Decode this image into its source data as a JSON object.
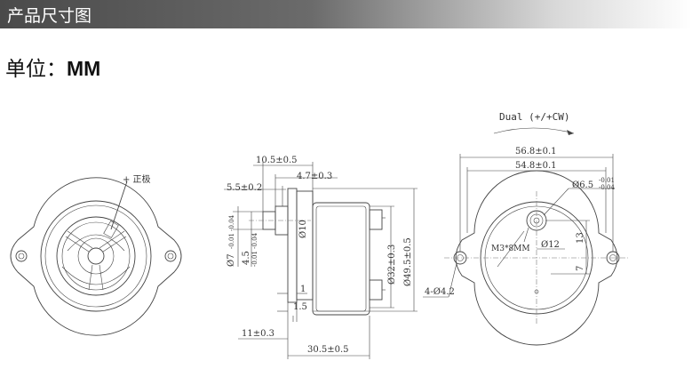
{
  "header": {
    "title": "产品尺寸图"
  },
  "unit": {
    "label": "单位：",
    "value": "MM"
  },
  "left_view": {
    "pole_label": "+ 正极"
  },
  "side_view": {
    "dims": {
      "d10_5": "10.5±0.5",
      "d4_7": "4.7±0.3",
      "d5_5": "5.5±0.2",
      "d7_shaft": "Ø7",
      "d7_tol": "-0.01 -0.04",
      "d4_5": "4.5",
      "d4_5_tol": "-0.01 -0.04",
      "d10": "Ø10",
      "d32": "Ø32±0.3",
      "d49_5": "Ø49.5±0.5",
      "d1": "1",
      "d1_5": "1.5",
      "d11": "11±0.3",
      "d30_5": "30.5±0.5"
    }
  },
  "right_view": {
    "rotation": "Dual (+/+CW)",
    "d56_8": "56.8±0.1",
    "d54_8": "54.8±0.1",
    "d6_5": "Ø6.5",
    "d6_5_tol_top": "-0.01",
    "d6_5_tol_bot": "-0.04",
    "m3": "M3*8MM",
    "d12": "Ø12",
    "d13": "13",
    "d7": "7",
    "holes": "4-Ø4.2"
  }
}
